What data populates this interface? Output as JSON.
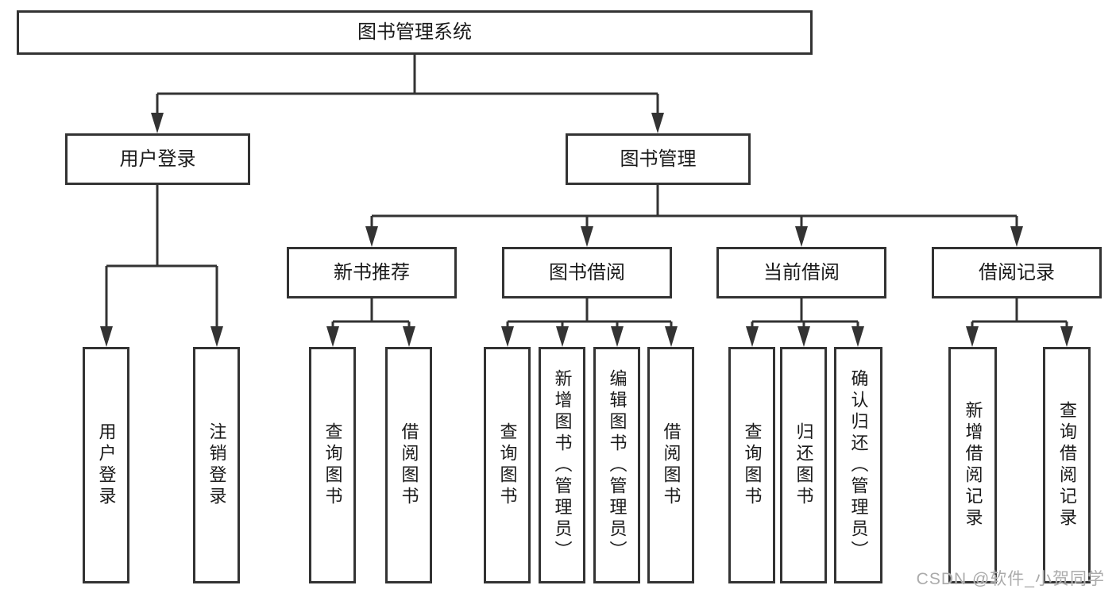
{
  "title": "图书管理系统",
  "watermark": "CSDN @软件_小贺同学",
  "colors": {
    "line": "#333333",
    "box_border": "#333333",
    "box_fill": "#ffffff",
    "text": "#1a1a1a",
    "watermark": "#ababab",
    "background": "#ffffff"
  },
  "tree": {
    "root": "图书管理系统",
    "level1": [
      {
        "label": "用户登录",
        "leaves": [
          "用户登录",
          "注销登录"
        ]
      },
      {
        "label": "图书管理",
        "sections": [
          {
            "label": "新书推荐",
            "leaves": [
              "查询图书",
              "借阅图书"
            ]
          },
          {
            "label": "图书借阅",
            "leaves": [
              "查询图书",
              "新增图书（管理员）",
              "编辑图书（管理员）",
              "借阅图书"
            ]
          },
          {
            "label": "当前借阅",
            "leaves": [
              "查询图书",
              "归还图书",
              "确认归还（管理员）"
            ]
          },
          {
            "label": "借阅记录",
            "leaves": [
              "新增借阅记录",
              "查询借阅记录"
            ]
          }
        ]
      }
    ]
  }
}
